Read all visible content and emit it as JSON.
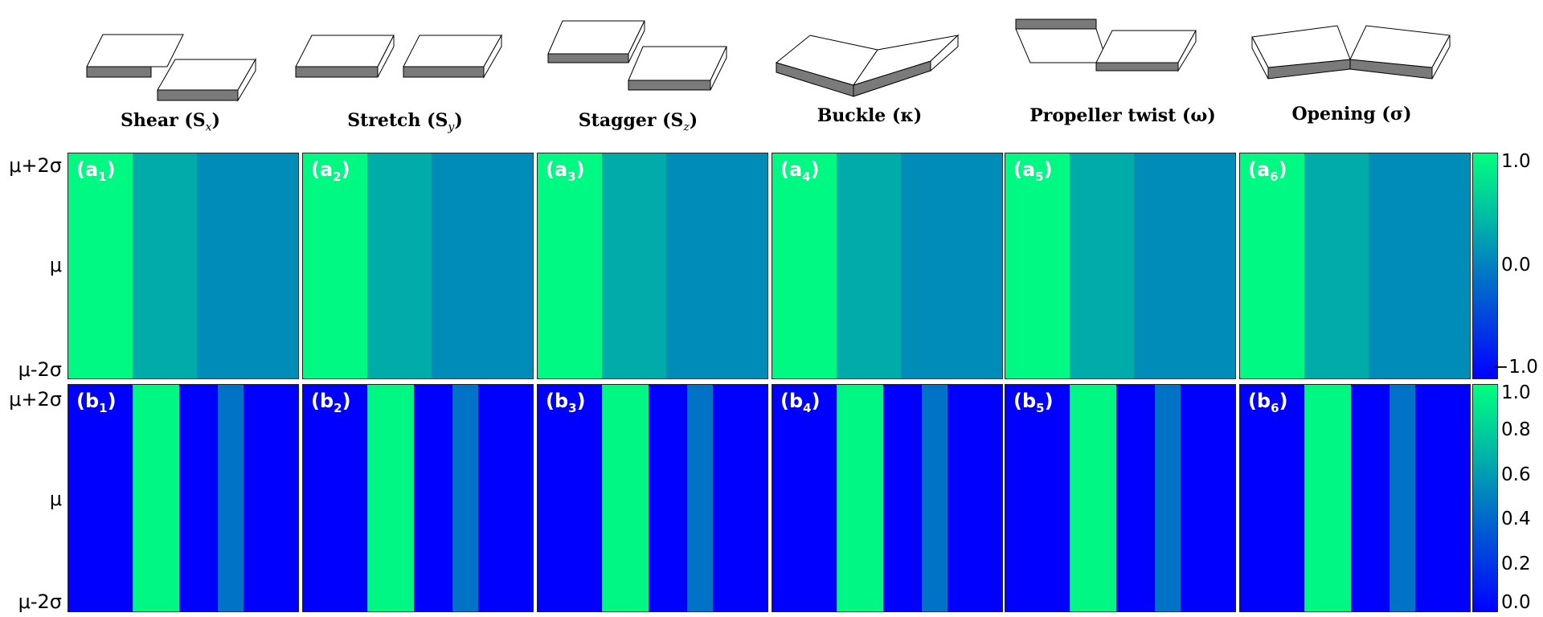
{
  "columns": [
    {
      "label": "Shear (S",
      "sub": "x",
      "close": ")"
    },
    {
      "label": "Stretch (S",
      "sub": "y",
      "close": ")"
    },
    {
      "label": "Stagger (S",
      "sub": "z",
      "close": ")"
    },
    {
      "label": "Buckle (κ)",
      "sub": "",
      "close": ""
    },
    {
      "label": "Propeller twist (ω)",
      "sub": "",
      "close": ""
    },
    {
      "label": "Opening (σ)",
      "sub": "",
      "close": ""
    }
  ],
  "y_ticks": [
    "μ+2σ",
    "μ",
    "μ-2σ"
  ],
  "row_a_labels": [
    {
      "letter": "a",
      "sub": "1"
    },
    {
      "letter": "a",
      "sub": "2"
    },
    {
      "letter": "a",
      "sub": "3"
    },
    {
      "letter": "a",
      "sub": "4"
    },
    {
      "letter": "a",
      "sub": "5"
    },
    {
      "letter": "a",
      "sub": "6"
    }
  ],
  "row_b_labels": [
    {
      "letter": "b",
      "sub": "1"
    },
    {
      "letter": "b",
      "sub": "2"
    },
    {
      "letter": "b",
      "sub": "3"
    },
    {
      "letter": "b",
      "sub": "4"
    },
    {
      "letter": "b",
      "sub": "5"
    },
    {
      "letter": "b",
      "sub": "6"
    }
  ],
  "colorbar_a": {
    "ticks": [
      "1.0",
      "0.0",
      "−1.0"
    ],
    "range": [
      -1.0,
      1.0
    ]
  },
  "colorbar_b": {
    "ticks": [
      "1.0",
      "0.8",
      "0.6",
      "0.4",
      "0.2",
      "0.0"
    ],
    "range": [
      0.0,
      1.0
    ]
  },
  "colors": {
    "low": "#0000ff",
    "high": "#00ff80"
  },
  "chart_data": [
    {
      "type": "heatmap",
      "row": "a",
      "value_range": [
        -1.0,
        1.0
      ],
      "y_ticks": [
        "μ+2σ",
        "μ",
        "μ-2σ"
      ],
      "panels": [
        {
          "label": "a1",
          "bands": [
            {
              "value": 0.95
            },
            {
              "value": 0.35
            },
            {
              "value": 0.1
            }
          ]
        },
        {
          "label": "a2",
          "bands": [
            {
              "value": 0.95
            },
            {
              "value": 0.35
            },
            {
              "value": 0.1
            }
          ]
        },
        {
          "label": "a3",
          "bands": [
            {
              "value": 0.95
            },
            {
              "value": 0.35
            },
            {
              "value": 0.1
            }
          ]
        },
        {
          "label": "a4",
          "bands": [
            {
              "value": 0.95
            },
            {
              "value": 0.35
            },
            {
              "value": 0.1
            }
          ]
        },
        {
          "label": "a5",
          "bands": [
            {
              "value": 0.95
            },
            {
              "value": 0.35
            },
            {
              "value": 0.1
            }
          ]
        },
        {
          "label": "a6",
          "bands": [
            {
              "value": 0.95
            },
            {
              "value": 0.35
            },
            {
              "value": 0.1
            }
          ]
        }
      ]
    },
    {
      "type": "heatmap",
      "row": "b",
      "value_range": [
        0.0,
        1.0
      ],
      "y_ticks": [
        "μ+2σ",
        "μ",
        "μ-2σ"
      ],
      "panels": [
        {
          "label": "b1",
          "bands": [
            {
              "value": 0.0
            },
            {
              "value": 0.97
            },
            {
              "value": 0.0
            },
            {
              "value": 0.45
            },
            {
              "value": 0.0
            }
          ]
        },
        {
          "label": "b2",
          "bands": [
            {
              "value": 0.0
            },
            {
              "value": 0.97
            },
            {
              "value": 0.0
            },
            {
              "value": 0.45
            },
            {
              "value": 0.0
            }
          ]
        },
        {
          "label": "b3",
          "bands": [
            {
              "value": 0.0
            },
            {
              "value": 0.97
            },
            {
              "value": 0.0
            },
            {
              "value": 0.45
            },
            {
              "value": 0.0
            }
          ]
        },
        {
          "label": "b4",
          "bands": [
            {
              "value": 0.0
            },
            {
              "value": 0.97
            },
            {
              "value": 0.0
            },
            {
              "value": 0.45
            },
            {
              "value": 0.0
            }
          ]
        },
        {
          "label": "b5",
          "bands": [
            {
              "value": 0.0
            },
            {
              "value": 0.97
            },
            {
              "value": 0.0
            },
            {
              "value": 0.45
            },
            {
              "value": 0.0
            }
          ]
        },
        {
          "label": "b6",
          "bands": [
            {
              "value": 0.0
            },
            {
              "value": 0.97
            },
            {
              "value": 0.0
            },
            {
              "value": 0.45
            },
            {
              "value": 0.0
            }
          ]
        }
      ]
    }
  ]
}
